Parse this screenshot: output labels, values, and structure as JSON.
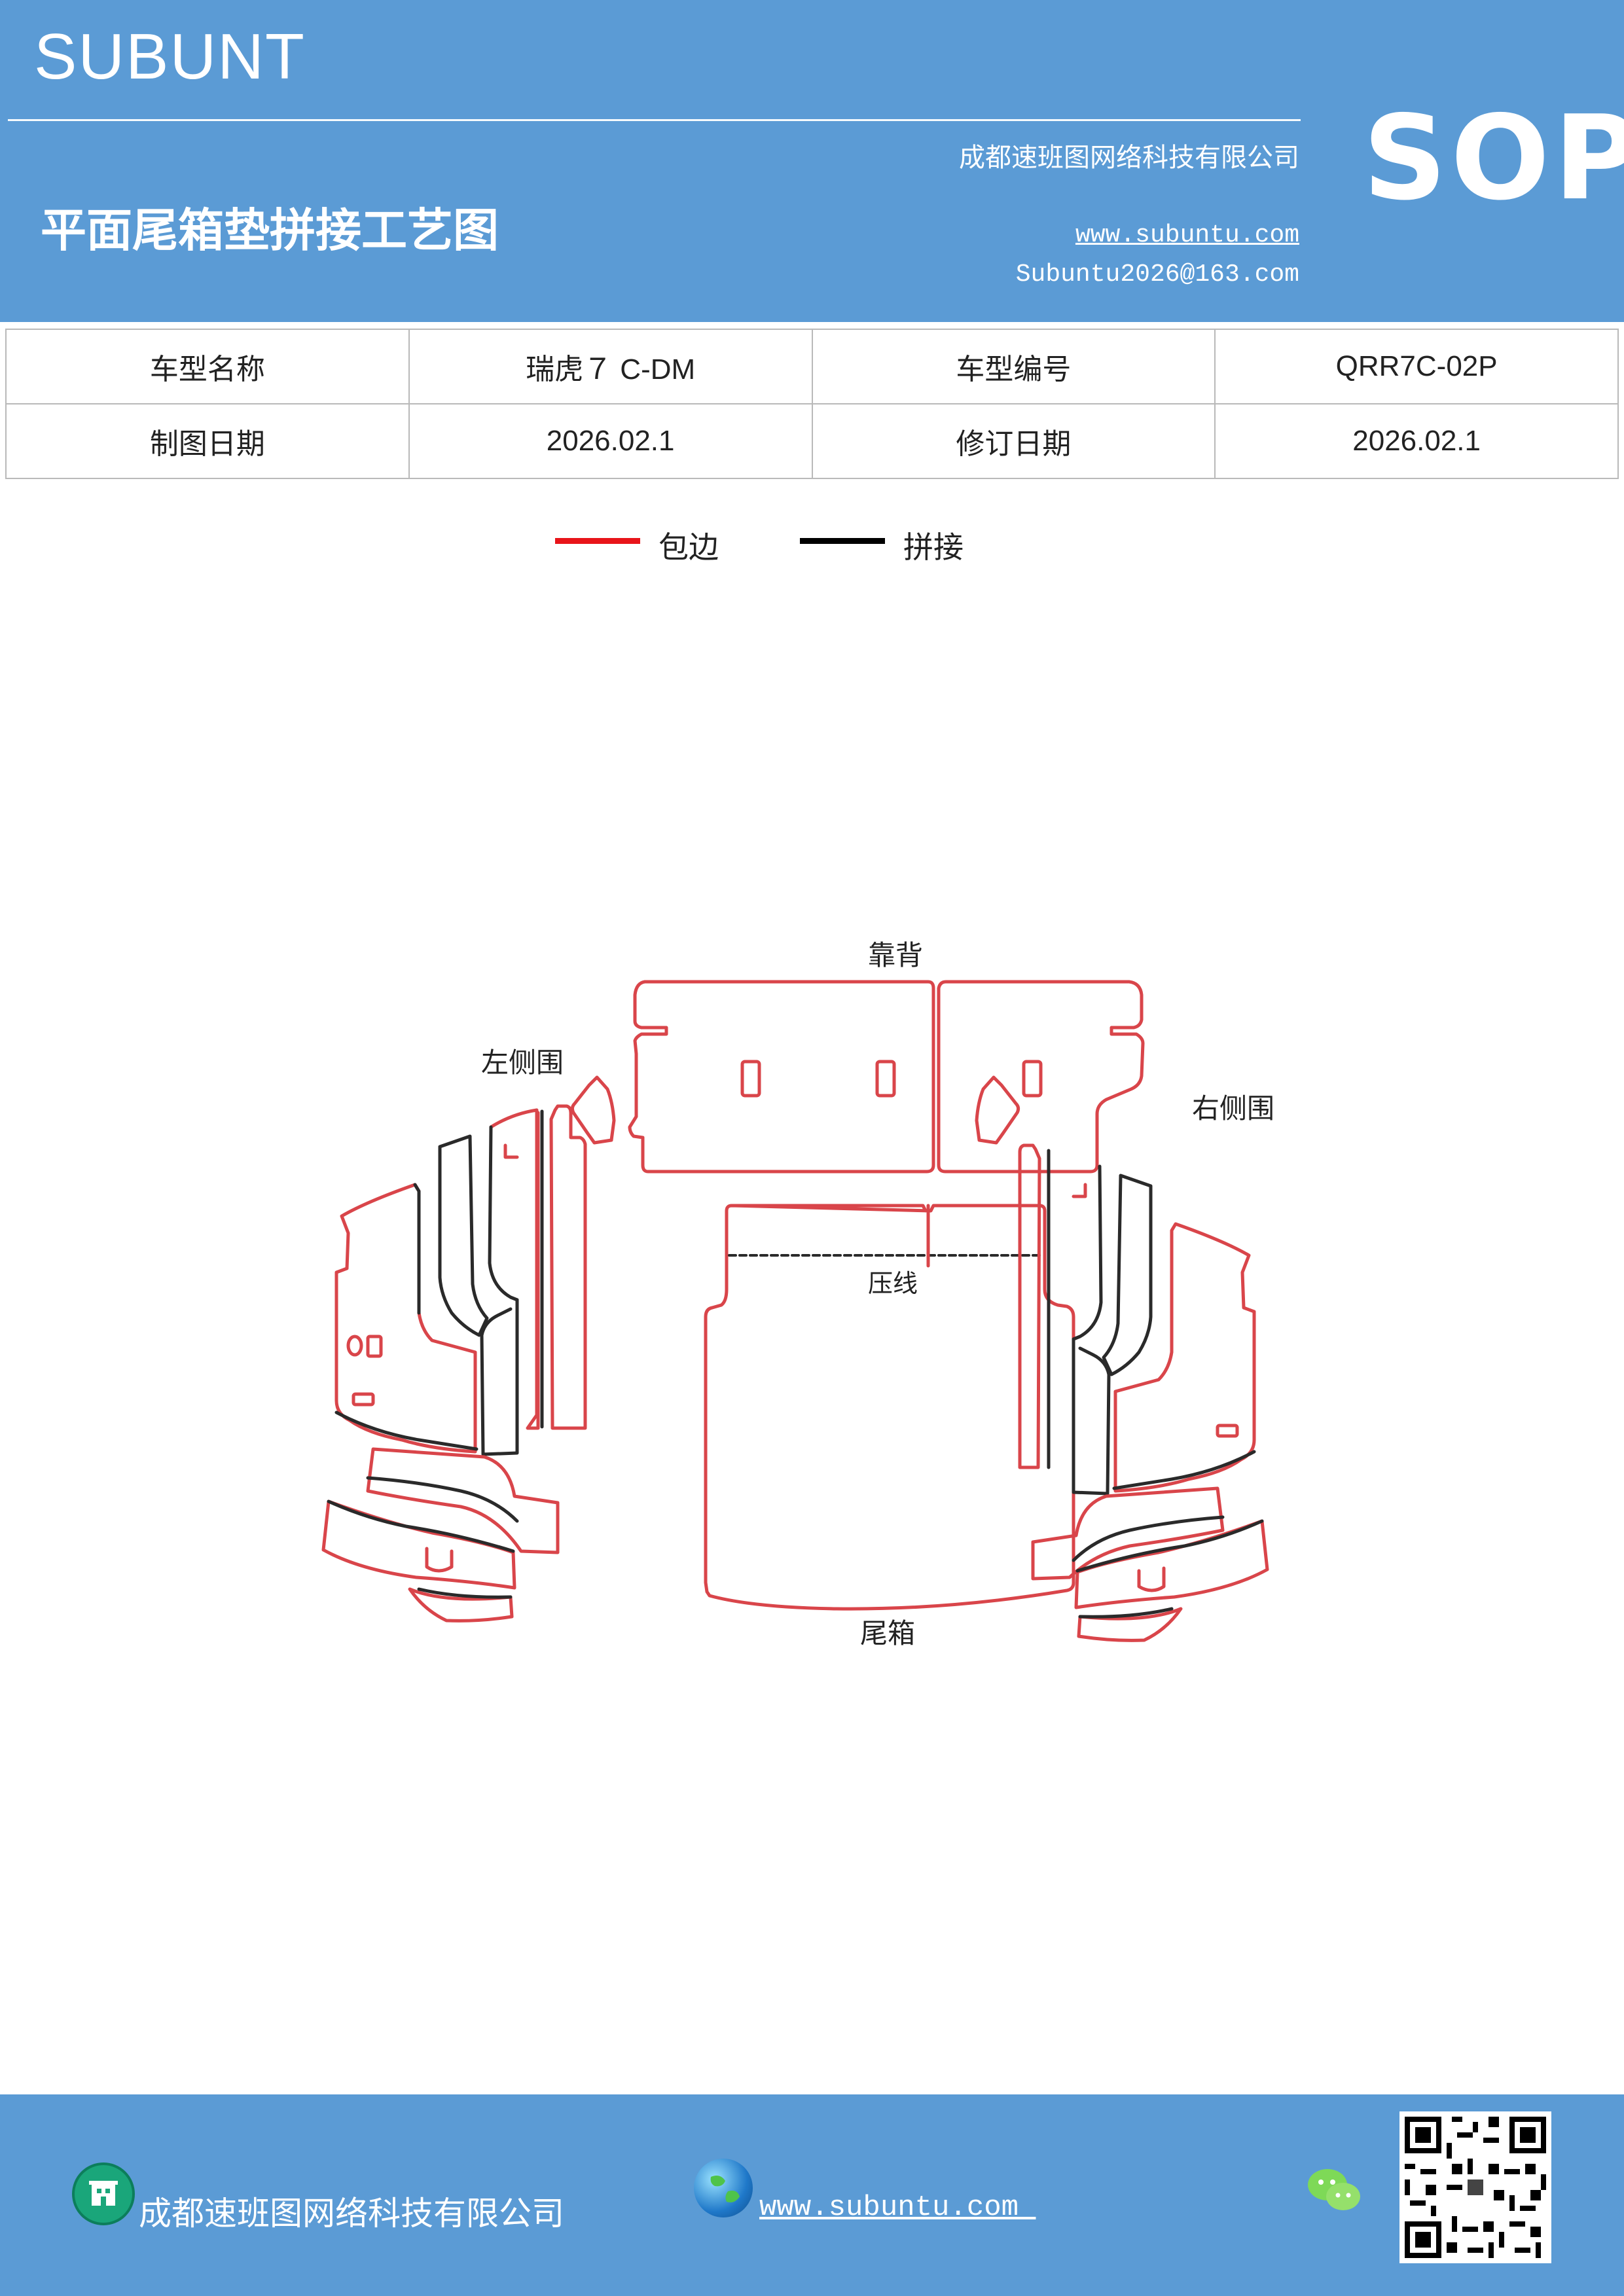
{
  "header": {
    "brand": "SUBUNT",
    "company": "成都速班图网络科技有限公司",
    "title": "平面尾箱垫拼接工艺图",
    "website": "www.subuntu.com",
    "email": "Subuntu2026@163.com",
    "badge": "SOP"
  },
  "info_table": {
    "rows": [
      [
        "车型名称",
        "瑞虎７ C-DM",
        "车型编号",
        "QRR7C-02P"
      ],
      [
        "制图日期",
        "2026.02.1",
        "修订日期",
        "2026.02.1"
      ]
    ]
  },
  "legend": {
    "items": [
      {
        "label": "包边",
        "color": "#e8141a"
      },
      {
        "label": "拼接",
        "color": "#000000"
      }
    ]
  },
  "diagram": {
    "labels": {
      "backrest": "靠背",
      "left_side": "左侧围",
      "right_side": "右侧围",
      "crease": "压线",
      "trunk": "尾箱"
    },
    "colors": {
      "edge": "#d9454a",
      "seam": "#2a2a2a"
    }
  },
  "footer": {
    "company": "成都速班图网络科技有限公司",
    "website": "www.subuntu.com "
  }
}
